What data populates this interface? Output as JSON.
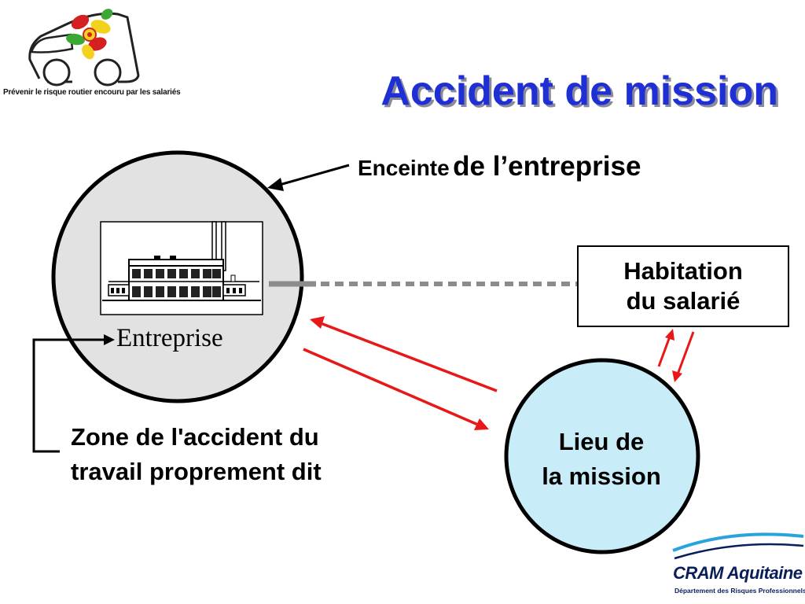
{
  "title": "Accident de mission",
  "logo": {
    "caption": "Prévenir le risque routier encouru par les salariés"
  },
  "labels": {
    "enceinte_small": "Enceinte",
    "enceinte_big": "de l’entreprise",
    "entreprise": "Entreprise",
    "habitation_line1": "Habitation",
    "habitation_line2": "du salarié",
    "zone_line1": "Zone de l'accident du",
    "zone_line2": "travail proprement dit",
    "lieu_line1": "Lieu de",
    "lieu_line2": "la mission"
  },
  "footer": {
    "org_name": "CRAM Aquitaine",
    "department": "Département des Risques Professionnels"
  },
  "colors": {
    "title_blue": "#1f2fd6",
    "arrow_red": "#e81818",
    "enceinte_fill": "#e2e2e2",
    "mission_fill": "#c8ecf8",
    "dashed_path": "#8c8c8c",
    "logo_red": "#d42020",
    "logo_yellow": "#f2d21c",
    "logo_green": "#3aa832",
    "cram_navy": "#0a1f5a",
    "cram_cyan": "#29a3dc"
  }
}
